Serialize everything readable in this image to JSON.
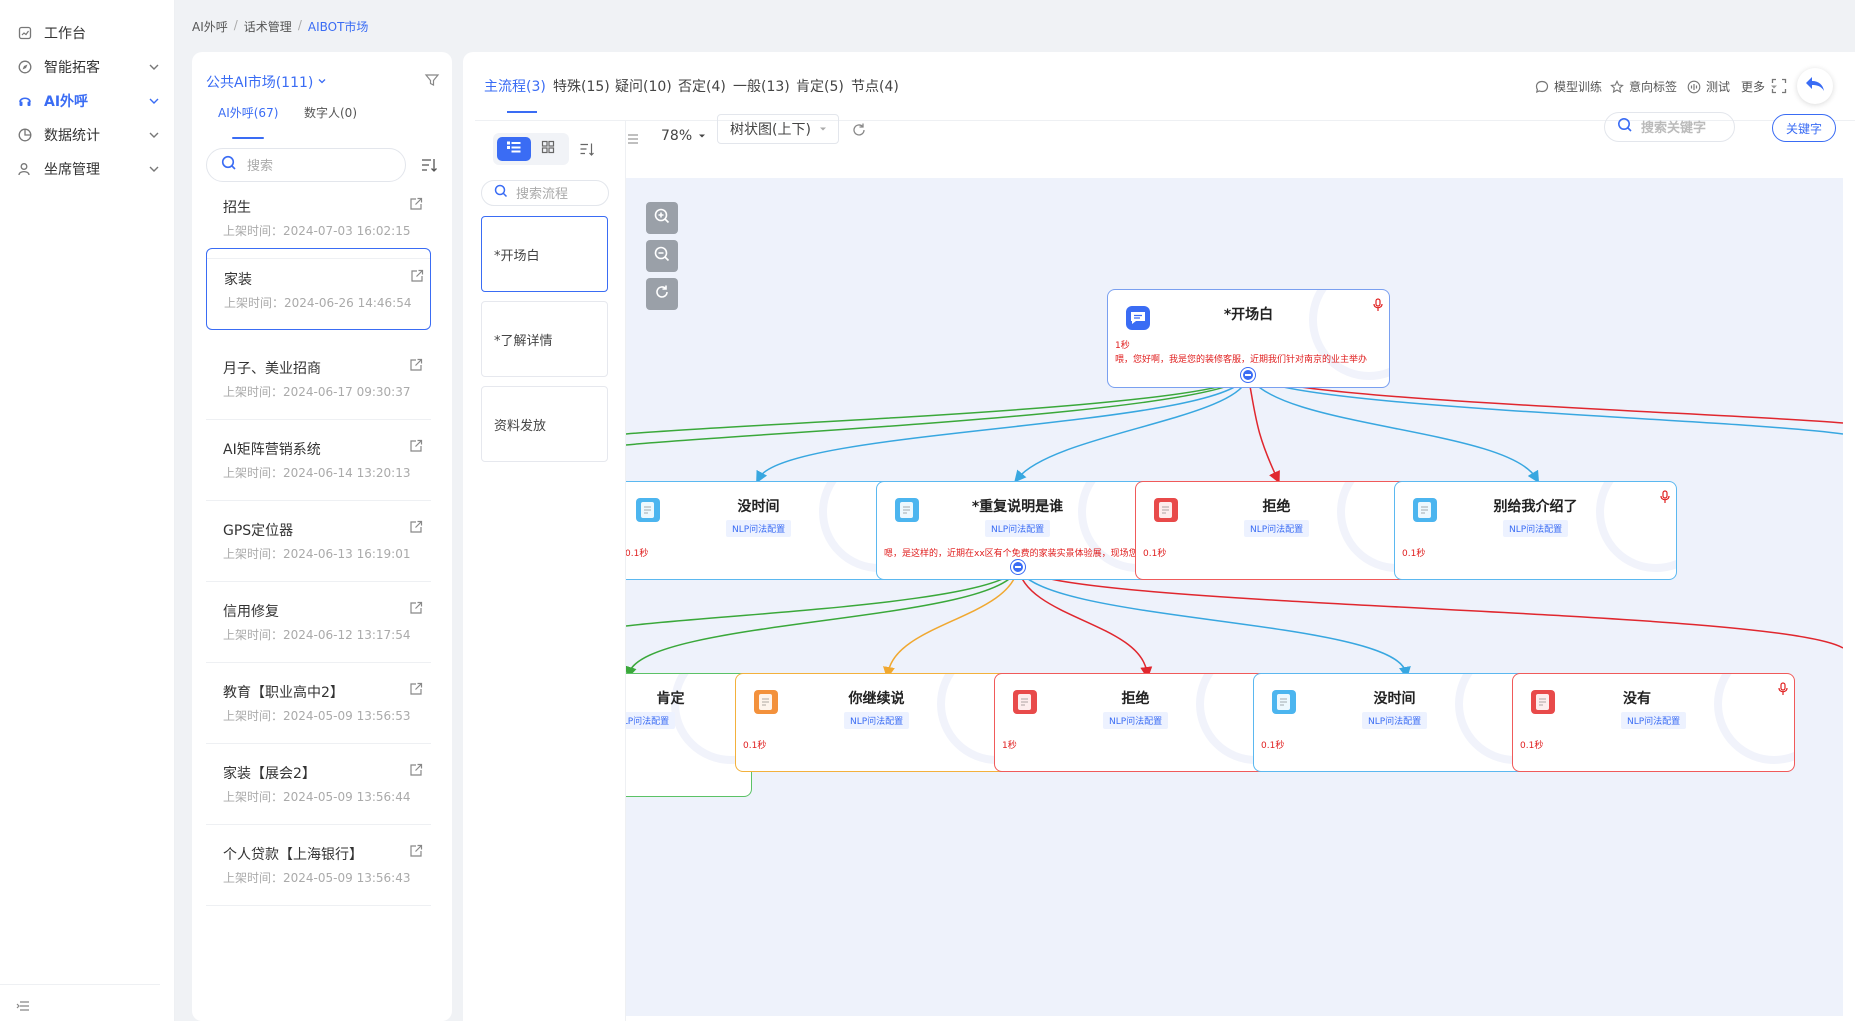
{
  "nav": {
    "items": [
      {
        "label": "工作台",
        "icon": "dashboard-icon",
        "chevron": false
      },
      {
        "label": "智能拓客",
        "icon": "compass-icon",
        "chevron": true
      },
      {
        "label": "AI外呼",
        "icon": "headset-icon",
        "chevron": true,
        "active": true
      },
      {
        "label": "数据统计",
        "icon": "pie-chart-icon",
        "chevron": true
      },
      {
        "label": "坐席管理",
        "icon": "user-icon",
        "chevron": true
      }
    ]
  },
  "breadcrumb": [
    "AI外呼",
    "话术管理",
    "AIBOT市场"
  ],
  "market": {
    "title": "公共AI市场(111)",
    "tabs": [
      "AI外呼(67)",
      "数字人(0)"
    ],
    "search_placeholder": "搜索",
    "time_prefix": "上架时间：",
    "items": [
      {
        "name": "招生",
        "time": "2024-07-03 16:02:15"
      },
      {
        "name": "家装",
        "time": "2024-06-26 14:46:54",
        "selected": true
      },
      {
        "name": "月子、美业招商",
        "time": "2024-06-17 09:30:37"
      },
      {
        "name": "AI矩阵营销系统",
        "time": "2024-06-14 13:20:13"
      },
      {
        "name": "GPS定位器",
        "time": "2024-06-13 16:19:01"
      },
      {
        "name": "信用修复",
        "time": "2024-06-12 13:17:54"
      },
      {
        "name": "教育【职业高中2】",
        "time": "2024-05-09 13:56:53"
      },
      {
        "name": "家装【展会2】",
        "time": "2024-05-09 13:56:44"
      },
      {
        "name": "个人贷款【上海银行】",
        "time": "2024-05-09 13:56:43"
      }
    ]
  },
  "tabs": [
    "主流程(3)",
    "特殊(15)",
    "疑问(10)",
    "否定(4)",
    "一般(13)",
    "肯定(5)",
    "节点(4)"
  ],
  "actions": [
    "模型训练",
    "意向标签",
    "测试",
    "更多"
  ],
  "flows": {
    "search_placeholder": "搜索流程",
    "items": [
      "*开场白",
      "*了解详情",
      "资料发放"
    ]
  },
  "canvas_toolbar": {
    "zoom": "78%",
    "layout": "树状图(上下)",
    "keyword_placeholder": "搜索关键字",
    "keyword_button": "关键字"
  },
  "nodes": {
    "root": {
      "title": "*开场白",
      "duration": "1秒",
      "text": "喂，您好啊，我是您的装修客服，近期我们针对南京的业主举办"
    },
    "level1": [
      {
        "title": "没时间",
        "tag": "NLP问法配置",
        "duration": "0.1秒"
      },
      {
        "title": "*重复说明是谁",
        "tag": "NLP问法配置",
        "text": "嗯，是这样的，近期在xx区有个免费的家装实景体验展，现场您"
      },
      {
        "title": "拒绝",
        "tag": "NLP问法配置",
        "duration": "0.1秒"
      },
      {
        "title": "别给我介绍了",
        "tag": "NLP问法配置",
        "duration": "0.1秒"
      }
    ],
    "level2": [
      {
        "title": "肯定",
        "tag": "NLP问法配置"
      },
      {
        "title": "你继续说",
        "tag": "NLP问法配置",
        "duration": "0.1秒"
      },
      {
        "title": "拒绝",
        "tag": "NLP问法配置",
        "duration": "1秒"
      },
      {
        "title": "没时间",
        "tag": "NLP问法配置",
        "duration": "0.1秒"
      },
      {
        "title": "没有",
        "tag": "NLP问法配置",
        "duration": "0.1秒"
      }
    ]
  },
  "colors": {
    "accent": "#3a6cf4",
    "green": "#3aa83a",
    "blue": "#38a7e0",
    "red": "#e0272e",
    "orange": "#f0a830"
  }
}
